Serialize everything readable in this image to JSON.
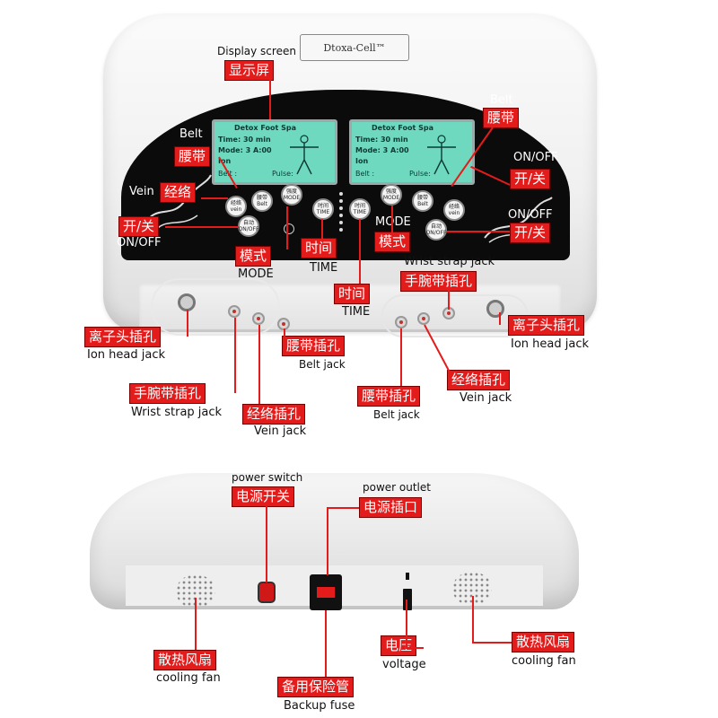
{
  "brand": "Dtoxa-Cell™",
  "lcd": {
    "title": "Detox Foot Spa",
    "time": "Time: 30 min",
    "mode": "Mode: 3   A:00",
    "ion": "Ion",
    "belt": "Belt :",
    "pulse": "Pulse:"
  },
  "buttons": {
    "left": [
      "经络 vein",
      "腰带 Belt",
      "强度 MODE",
      "自动 ON/OFF",
      "时间 TIME"
    ],
    "right": [
      "时间 TIME",
      "强度 MODE",
      "腰带 Belt",
      "经络 vein",
      "自动 ON/OFF"
    ]
  },
  "labels": {
    "display_en": "Display screen",
    "display_cn": "显示屏",
    "belt_en": "Belt",
    "belt_cn": "腰带",
    "vein_en": "Vein",
    "vein_cn": "经络",
    "onoff_cn": "开/关",
    "onoff_en": "ON/OFF",
    "mode_cn": "模式",
    "mode_en": "MODE",
    "time_cn": "时间",
    "time_en": "TIME",
    "wrist_cn": "手腕带插孔",
    "wrist_en": "Wrist strap jack",
    "ionhead_cn": "离子头插孔",
    "ionhead_en": "Ion head jack",
    "beltjack_cn": "腰带插孔",
    "beltjack_en": "Belt jack",
    "veinjack_cn": "经络插孔",
    "veinjack_en": "Vein jack",
    "power_switch_en": "power switch",
    "power_switch_cn": "电源开关",
    "power_outlet_en": "power outlet",
    "power_outlet_cn": "电源插口",
    "cooling_cn": "散热风扇",
    "cooling_en": "cooling fan",
    "voltage_cn": "电压",
    "voltage_en": "voltage",
    "fuse_cn": "备用保险管",
    "fuse_en": "Backup fuse"
  }
}
